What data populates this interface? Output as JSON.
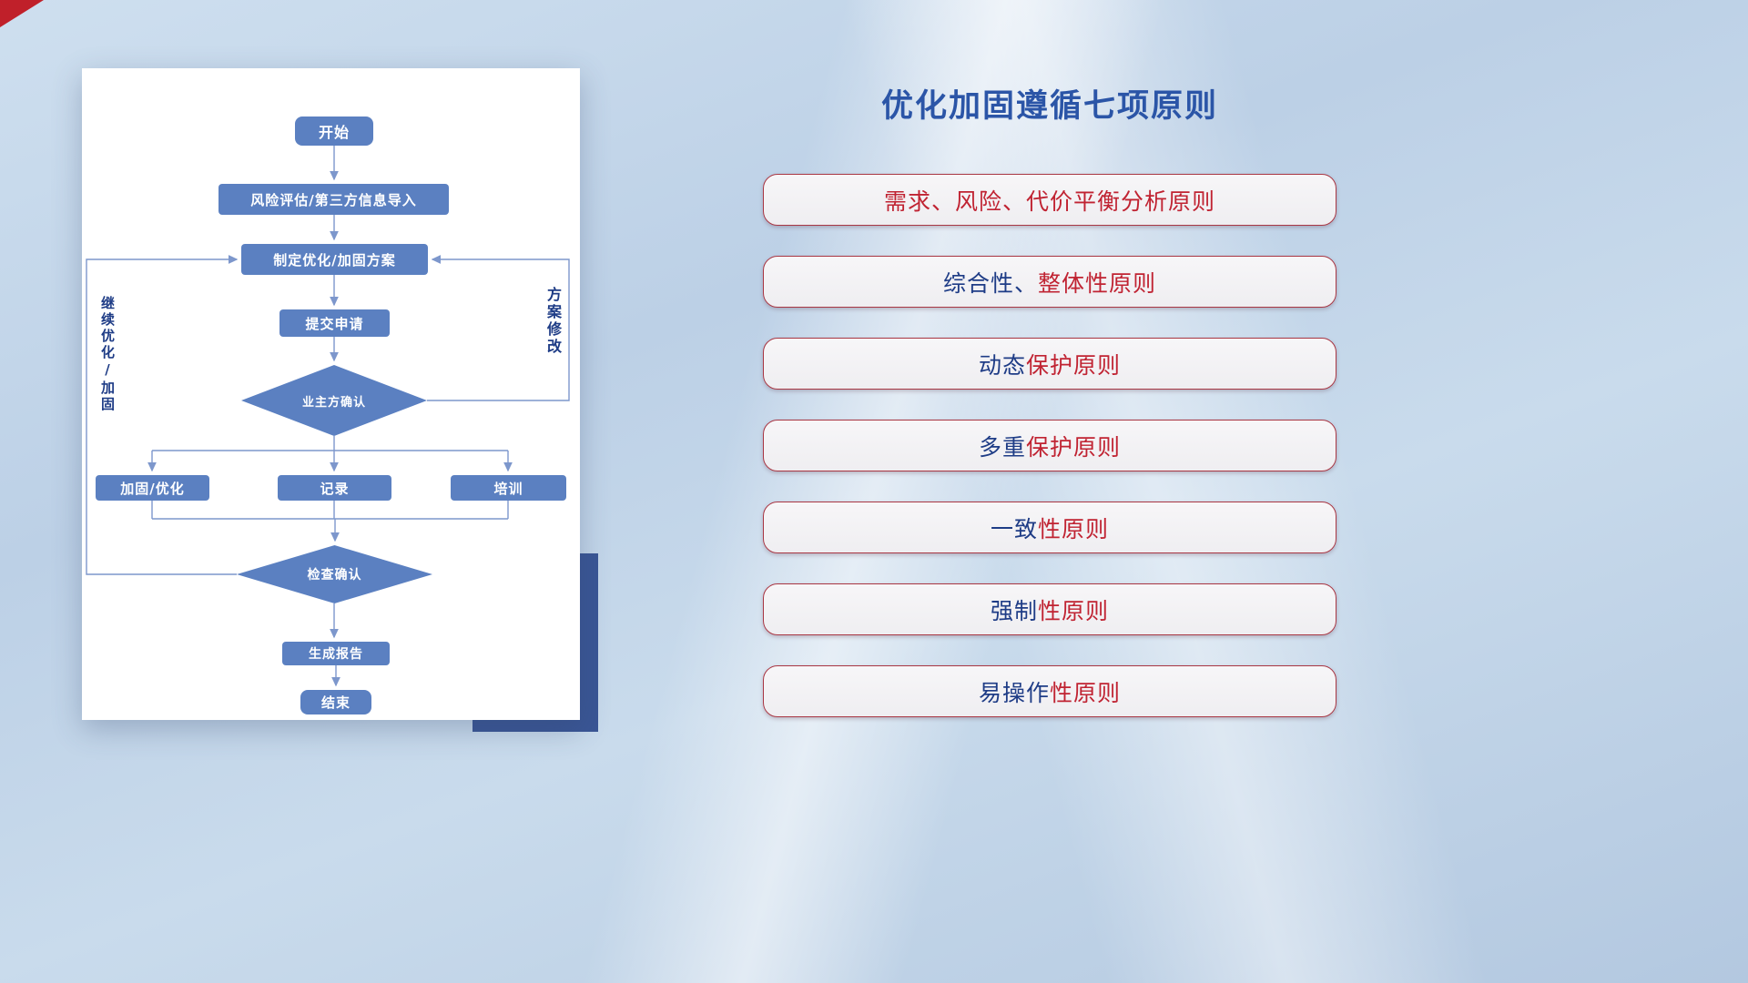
{
  "slide": {
    "title": "优化加固遵循七项原则"
  },
  "flowchart": {
    "nodes": {
      "start": "开始",
      "risk": "风险评估/第三方信息导入",
      "plan": "制定优化/加固方案",
      "submit": "提交申请",
      "owner_confirm": "业主方确认",
      "harden": "加固/优化",
      "record": "记录",
      "training": "培训",
      "check_confirm": "检查确认",
      "report": "生成报告",
      "end": "结束"
    },
    "labels": {
      "left_loop": "继续优化/加固",
      "right_loop": "方案修改"
    }
  },
  "principles": [
    {
      "prefix": "",
      "suffix": "需求、风险、代价平衡分析原则"
    },
    {
      "prefix": "综合性、",
      "suffix": "整体性原则"
    },
    {
      "prefix": "动态",
      "suffix": "保护原则"
    },
    {
      "prefix": "多重",
      "suffix": "保护原则"
    },
    {
      "prefix": "一致",
      "suffix": "性原则"
    },
    {
      "prefix": "强制",
      "suffix": "性原则"
    },
    {
      "prefix": "易操作",
      "suffix": "性原则"
    }
  ],
  "colors": {
    "title_blue": "#2b55a7",
    "principle_red": "#c02332",
    "principle_navy": "#1e3c86",
    "node_blue": "#5b80c1",
    "connector_blue": "#7d97cc",
    "accent_block_navy": "#3a5695",
    "corner_red": "#c0202a",
    "card_background": "#ffffff"
  }
}
